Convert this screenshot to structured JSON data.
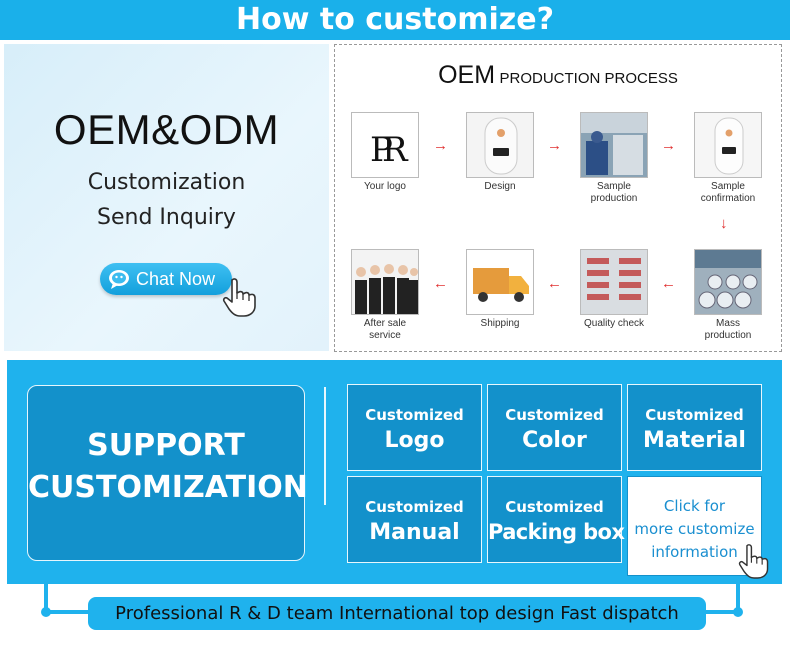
{
  "header": {
    "title": "How to customize?"
  },
  "left_panel": {
    "title": "OEM&ODM",
    "line1": "Customization",
    "line2": "Send Inquiry",
    "chat_button": "Chat Now"
  },
  "process": {
    "title_big": "OEM",
    "title_small": "PRODUCTION PROCESS",
    "steps": [
      {
        "label": "Your logo"
      },
      {
        "label": "Design"
      },
      {
        "label": "Sample\nproduction"
      },
      {
        "label": "Sample\nconfirmation"
      },
      {
        "label": "Mass production"
      },
      {
        "label": "Quality check"
      },
      {
        "label": "Shipping"
      },
      {
        "label": "After sale\nservice"
      }
    ]
  },
  "support": {
    "line1": "SUPPORT",
    "line2": "CUSTOMIZATION",
    "tiles": [
      {
        "top": "Customized",
        "bottom": "Logo"
      },
      {
        "top": "Customized",
        "bottom": "Color"
      },
      {
        "top": "Customized",
        "bottom": "Material"
      },
      {
        "top": "Customized",
        "bottom": "Manual"
      },
      {
        "top": "Customized",
        "bottom": "Packing box"
      }
    ],
    "more": {
      "line1": "Click for",
      "line2": "more customize",
      "line3": "information"
    }
  },
  "footer": {
    "text": "Professional R & D team  International top design  Fast dispatch"
  },
  "colors": {
    "accent": "#1fb2ed",
    "tile": "#1391cb",
    "arrow": "#e03030"
  },
  "icons": [
    "chat-bubble-icon",
    "pointing-hand-icon",
    "arrow-right-icon",
    "arrow-down-icon",
    "arrow-left-icon"
  ]
}
